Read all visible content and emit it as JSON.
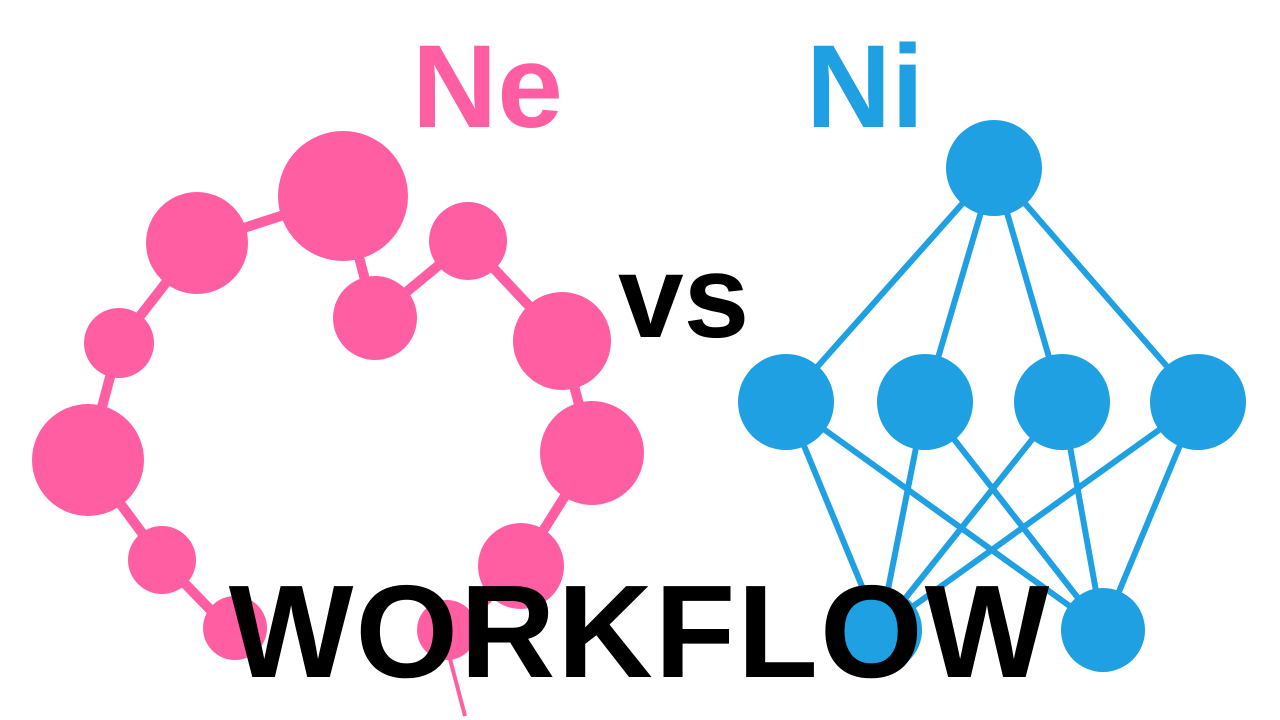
{
  "labels": {
    "ne": "Ne",
    "ni": "Ni",
    "vs": "vs",
    "workflow": "WORKFLOW"
  },
  "colors": {
    "ne": "#ff5fa2",
    "ni": "#1fa0e2",
    "text": "#000000",
    "background": "#ffffff"
  }
}
